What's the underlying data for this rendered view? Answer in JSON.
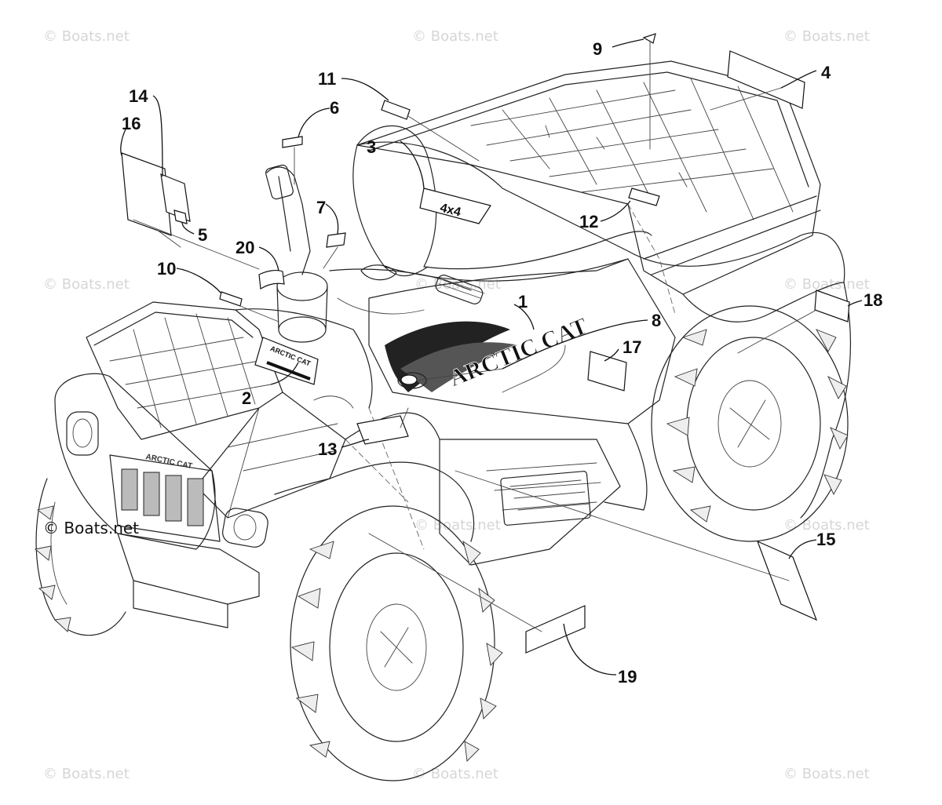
{
  "watermark": {
    "text": "© Boats.net",
    "text_prominent": "© Boats.net"
  },
  "decal_text": {
    "side_brand": "ARCTIC CAT",
    "tank_badge": "4x4",
    "hood_label": "ARCTIC CAT",
    "grille_badge": "ARCTIC CAT"
  },
  "callouts": [
    "1",
    "2",
    "3",
    "4",
    "5",
    "6",
    "7",
    "8",
    "9",
    "10",
    "11",
    "12",
    "13",
    "14",
    "15",
    "16",
    "17",
    "18",
    "19",
    "20"
  ]
}
